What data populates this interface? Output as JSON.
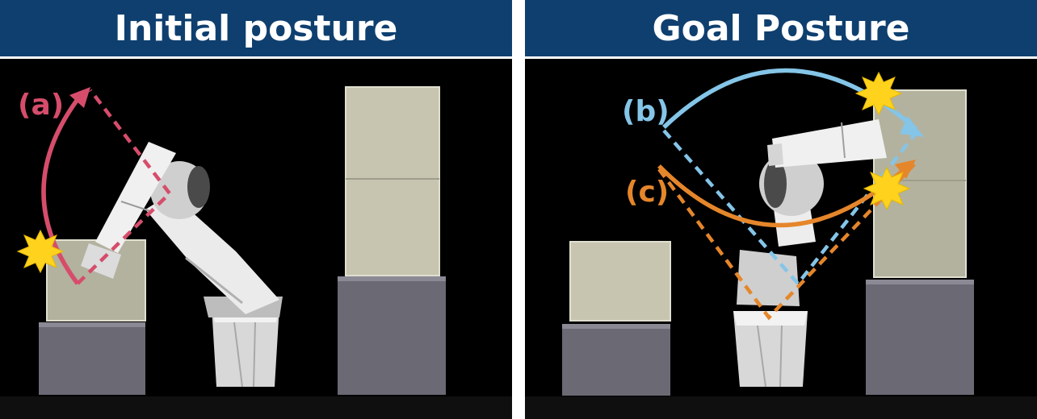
{
  "panels": [
    {
      "title": "Initial posture"
    },
    {
      "title": "Goal Posture"
    }
  ],
  "paths": [
    {
      "label": "(a)",
      "color": "#d64d6b"
    },
    {
      "label": "(b)",
      "color": "#84c5e8"
    },
    {
      "label": "(c)",
      "color": "#e5862b"
    }
  ],
  "colors": {
    "header_bg": "#0e3f6f",
    "scene_bg": "#000000",
    "box_fill": "#c7c5b0",
    "pedestal": "#6a6974",
    "collision": "#ffd21e"
  }
}
